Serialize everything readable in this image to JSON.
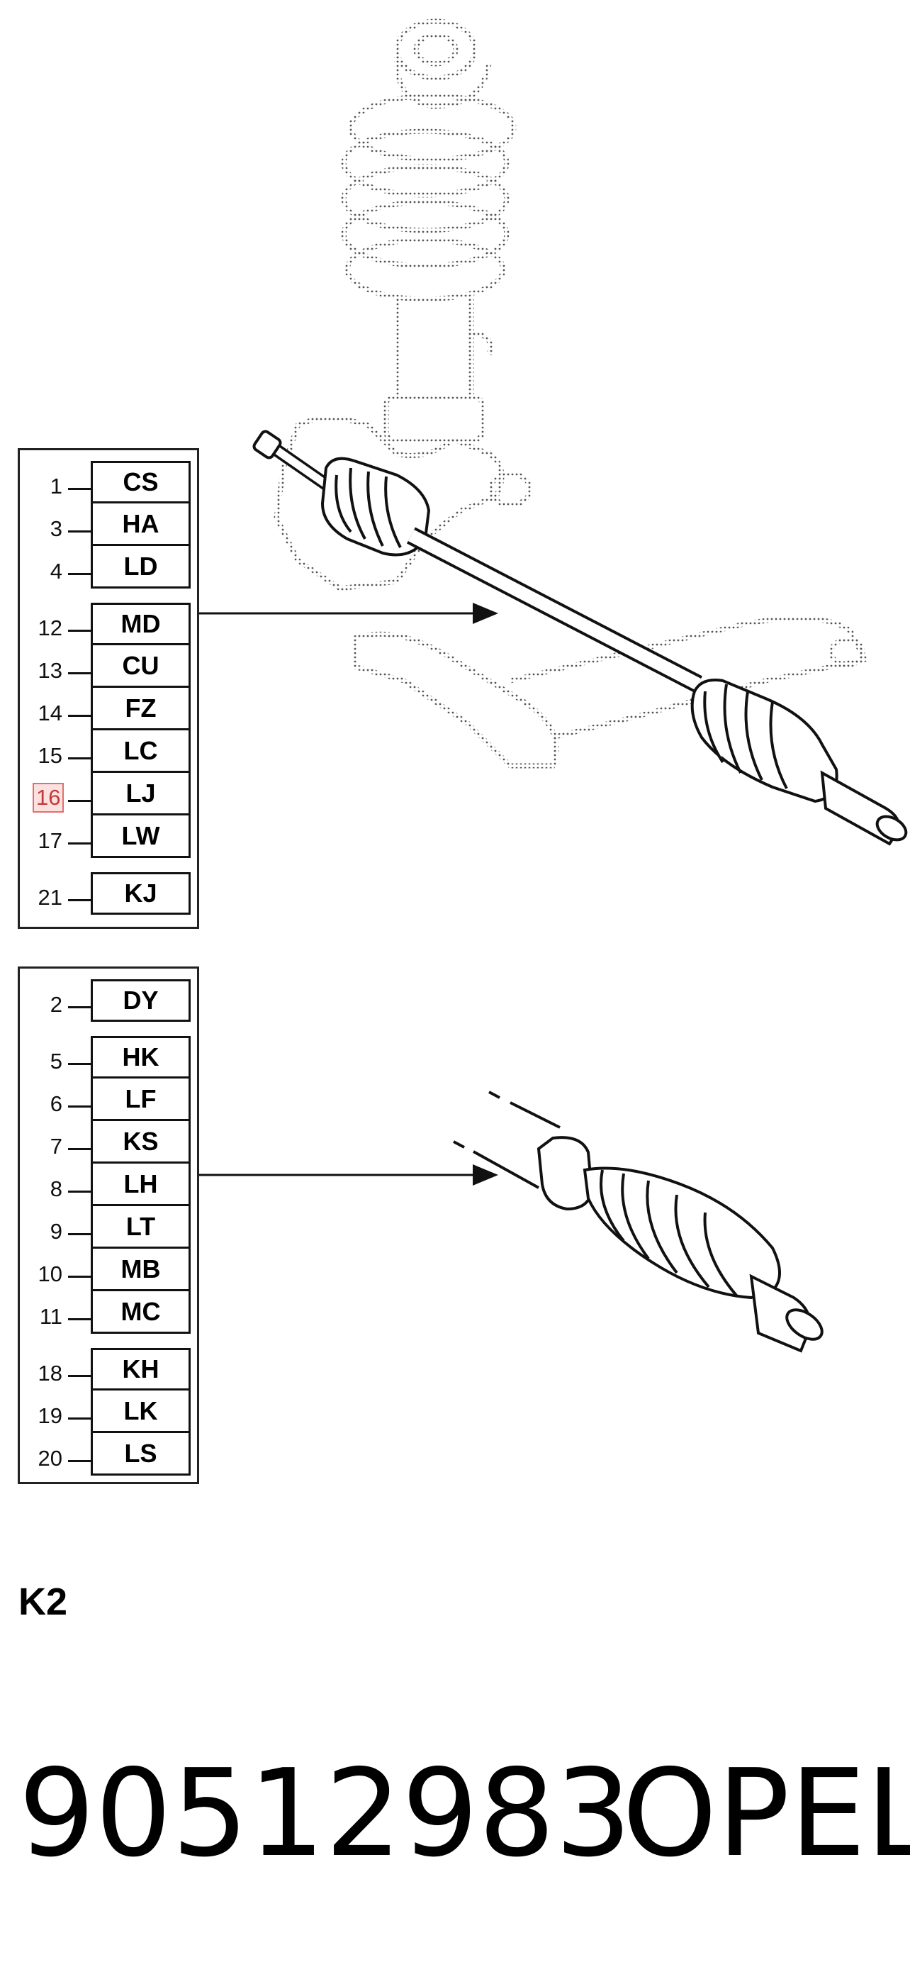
{
  "legend_top": {
    "rows": [
      {
        "num": "1",
        "code": "CS"
      },
      {
        "num": "3",
        "code": "HA"
      },
      {
        "num": "4",
        "code": "LD"
      },
      {
        "num": "12",
        "code": "MD"
      },
      {
        "num": "13",
        "code": "CU"
      },
      {
        "num": "14",
        "code": "FZ"
      },
      {
        "num": "15",
        "code": "LC"
      },
      {
        "num": "16",
        "code": "LJ",
        "highlighted": true
      },
      {
        "num": "17",
        "code": "LW"
      },
      {
        "num": "21",
        "code": "KJ"
      }
    ]
  },
  "legend_bottom": {
    "rows": [
      {
        "num": "2",
        "code": "DY"
      },
      {
        "num": "5",
        "code": "HK"
      },
      {
        "num": "6",
        "code": "LF"
      },
      {
        "num": "7",
        "code": "KS"
      },
      {
        "num": "8",
        "code": "LH"
      },
      {
        "num": "9",
        "code": "LT"
      },
      {
        "num": "10",
        "code": "MB"
      },
      {
        "num": "11",
        "code": "MC"
      },
      {
        "num": "18",
        "code": "KH"
      },
      {
        "num": "19",
        "code": "LK"
      },
      {
        "num": "20",
        "code": "LS"
      }
    ]
  },
  "section_label": "K2",
  "part_number": "90512983",
  "brand": "OPEL",
  "colors": {
    "highlight_fill": "#fde0e0",
    "highlight_border": "#e07070",
    "line": "#111111"
  }
}
